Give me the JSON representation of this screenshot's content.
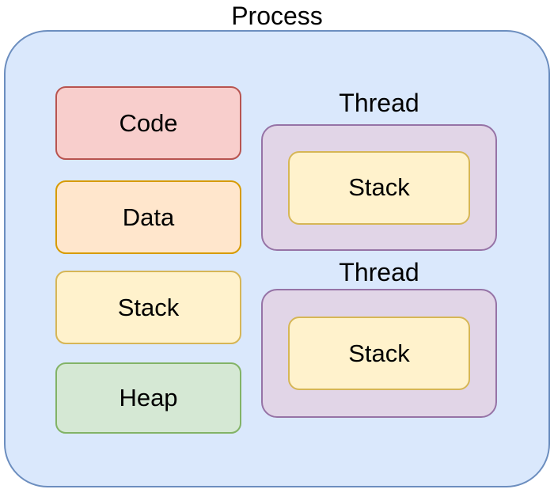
{
  "diagram": {
    "title": "Process",
    "text_color": "#000000",
    "process_container": {
      "fill": "#dae8fc",
      "stroke": "#6c8ebf"
    },
    "memory_sections": [
      {
        "label": "Code",
        "fill": "#f8cecc",
        "stroke": "#b85450"
      },
      {
        "label": "Data",
        "fill": "#ffe6cc",
        "stroke": "#d79b00"
      },
      {
        "label": "Stack",
        "fill": "#fff2cc",
        "stroke": "#d6b656"
      },
      {
        "label": "Heap",
        "fill": "#d5e8d4",
        "stroke": "#82b366"
      }
    ],
    "threads": [
      {
        "title": "Thread",
        "fill": "#e1d5e7",
        "stroke": "#9673a6",
        "stack": {
          "label": "Stack",
          "fill": "#fff2cc",
          "stroke": "#d6b656"
        }
      },
      {
        "title": "Thread",
        "fill": "#e1d5e7",
        "stroke": "#9673a6",
        "stack": {
          "label": "Stack",
          "fill": "#fff2cc",
          "stroke": "#d6b656"
        }
      }
    ]
  }
}
